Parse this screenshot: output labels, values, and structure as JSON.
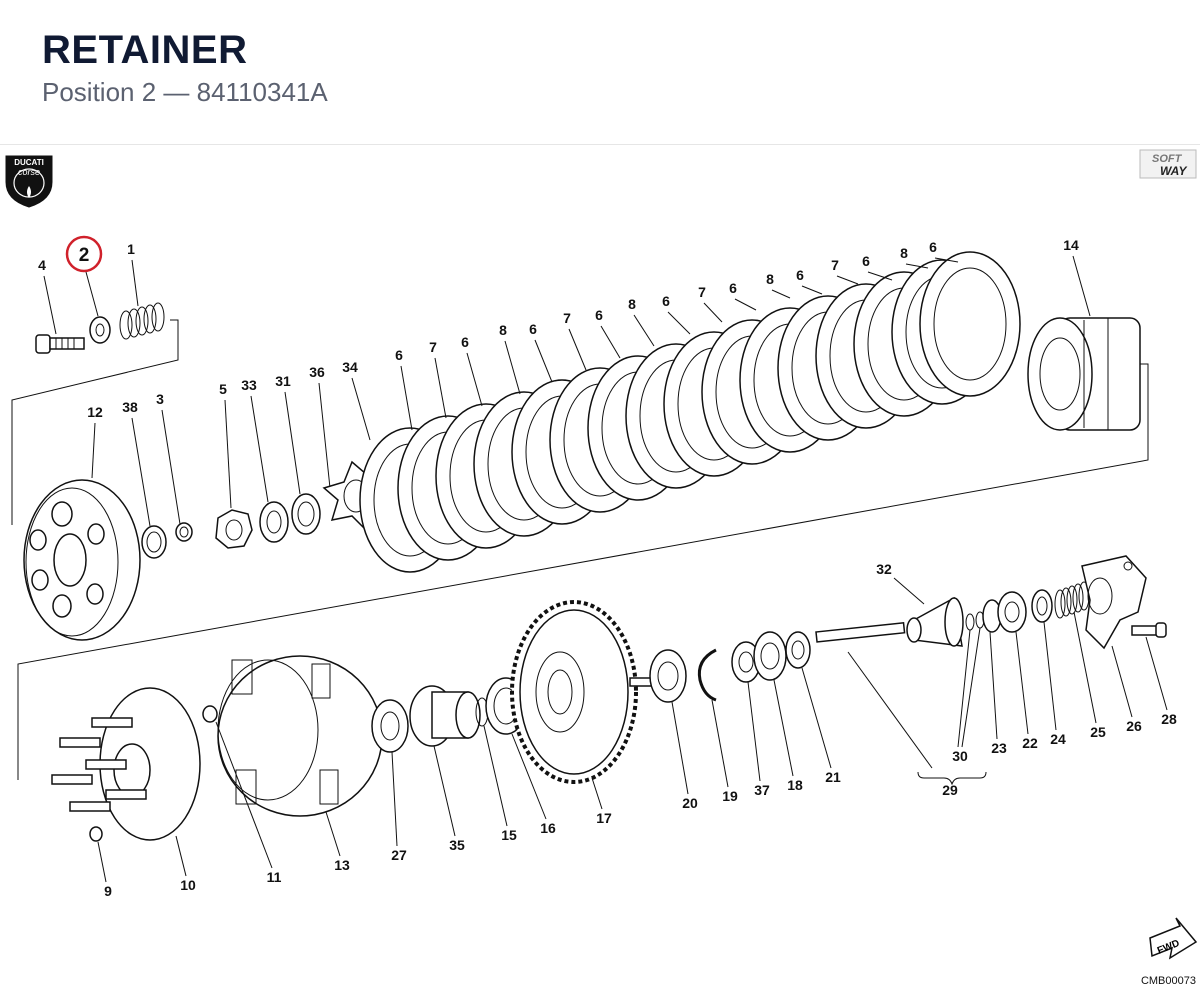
{
  "header": {
    "title": "RETAINER",
    "subtitle": "Position 2 — 84110341A"
  },
  "highlight": {
    "position": "2",
    "color": "#d0212b"
  },
  "logo_left": {
    "line1": "DUCATI",
    "line2": "corse"
  },
  "logo_right": {
    "line1": "SOFT",
    "line2": "WAY"
  },
  "drawing_code": "CMB00073",
  "fwd_label": "FWD",
  "callouts": {
    "c1": "1",
    "c2": "2",
    "c3": "3",
    "c4": "4",
    "c5": "5",
    "c6": "6",
    "c7": "7",
    "c8": "8",
    "c9": "9",
    "c10": "10",
    "c11": "11",
    "c12": "12",
    "c13": "13",
    "c14": "14",
    "c15": "15",
    "c16": "16",
    "c17": "17",
    "c18": "18",
    "c19": "19",
    "c20": "20",
    "c21": "21",
    "c22": "22",
    "c23": "23",
    "c24": "24",
    "c25": "25",
    "c26": "26",
    "c27": "27",
    "c28": "28",
    "c29": "29",
    "c30": "30",
    "c31": "31",
    "c32": "32",
    "c33": "33",
    "c34": "34",
    "c35": "35",
    "c36": "36",
    "c37": "37",
    "c38": "38"
  },
  "plate_stack_labels": [
    "6",
    "7",
    "6",
    "8",
    "6",
    "7",
    "6",
    "8",
    "6",
    "7",
    "6",
    "8",
    "6",
    "7",
    "6",
    "8",
    "6"
  ]
}
